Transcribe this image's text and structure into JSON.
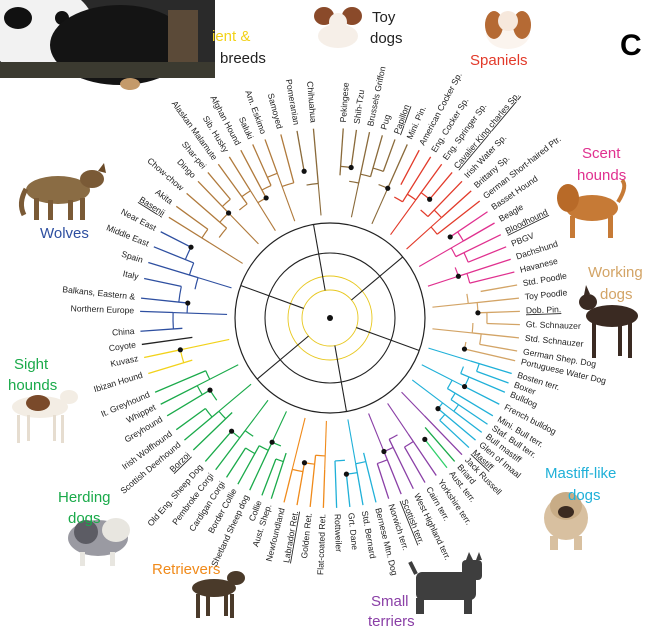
{
  "panel_label": "C",
  "colors": {
    "wolves": "#2e4fa0",
    "ancient": "#b07a3c",
    "ancient_yellow": "#f2d21a",
    "toy": "#8a6a3a",
    "spaniels": "#e23a2a",
    "scent": "#e0308f",
    "working": "#d3a466",
    "mastiff": "#1fb0d8",
    "small_terriers": "#8a3fa6",
    "retrievers": "#f08a1a",
    "herding": "#1aaa4a",
    "sight": "#1aaa4a",
    "green_bright": "#2fd06a",
    "dark": "#222222"
  },
  "groups": {
    "ancient": {
      "line1": "ient &",
      "line2": "breeds"
    },
    "toy": {
      "line1": "Toy",
      "line2": "dogs"
    },
    "spaniels": {
      "line1": "Spaniels"
    },
    "scent": {
      "line1": "Scent",
      "line2": "hounds"
    },
    "working": {
      "line1": "Working",
      "line2": "dogs"
    },
    "mastiff": {
      "line1": "Mastiff-like",
      "line2": "dogs"
    },
    "small_terriers": {
      "line1": "Small",
      "line2": "terriers"
    },
    "retrievers": {
      "line1": "Retrievers"
    },
    "herding": {
      "line1": "Herding",
      "line2": "dogs"
    },
    "sight": {
      "line1": "Sight",
      "line2": "hounds"
    },
    "wolves": {
      "line1": "Wolves"
    }
  },
  "breeds": [
    {
      "name": "Chihuahua",
      "angle": -95,
      "color": "toy"
    },
    {
      "name": "Pomeranian",
      "angle": -100,
      "color": "toy"
    },
    {
      "name": "Samoyed",
      "angle": -105,
      "color": "ancient"
    },
    {
      "name": "Am. Eskimo",
      "angle": -110,
      "color": "ancient"
    },
    {
      "name": "Saluki",
      "angle": -114,
      "color": "ancient"
    },
    {
      "name": "Afghan Hound",
      "angle": -118,
      "color": "ancient"
    },
    {
      "name": "Sib. Husky",
      "angle": -122,
      "color": "ancient"
    },
    {
      "name": "Alaskan Malamute",
      "angle": -126,
      "color": "ancient"
    },
    {
      "name": "Shar-pei",
      "angle": -130,
      "color": "ancient"
    },
    {
      "name": "Dingo",
      "angle": -134,
      "color": "ancient"
    },
    {
      "name": "Chow-chow",
      "angle": -139,
      "color": "ancient"
    },
    {
      "name": "Akita",
      "angle": -144,
      "color": "ancient"
    },
    {
      "name": "Basenji",
      "angle": -148,
      "color": "ancient",
      "underline": true
    },
    {
      "name": "Near East",
      "angle": -153,
      "color": "wolves"
    },
    {
      "name": "Middle East",
      "angle": -158,
      "color": "wolves"
    },
    {
      "name": "Spain",
      "angle": -163,
      "color": "wolves"
    },
    {
      "name": "Italy",
      "angle": -168,
      "color": "wolves"
    },
    {
      "name": "Balkans, Eastern &",
      "angle": -174,
      "color": "wolves"
    },
    {
      "name": "Northern Europe",
      "angle": -178,
      "color": "wolves"
    },
    {
      "name": "China",
      "angle": 176,
      "color": "wolves"
    },
    {
      "name": "Coyote",
      "angle": 172,
      "color": "dark"
    },
    {
      "name": "Kuvasz",
      "angle": 168,
      "color": "ancient_yellow"
    },
    {
      "name": "Ibizan Hound",
      "angle": 163,
      "color": "ancient_yellow"
    },
    {
      "name": "It. Greyhound",
      "angle": 157,
      "color": "sight"
    },
    {
      "name": "Whippet",
      "angle": 153,
      "color": "sight"
    },
    {
      "name": "Greyhound",
      "angle": 149,
      "color": "sight"
    },
    {
      "name": "Irish Wolfhound",
      "angle": 144,
      "color": "sight"
    },
    {
      "name": "Scottish Deerhound",
      "angle": 140,
      "color": "sight"
    },
    {
      "name": "Borzoi",
      "angle": 136,
      "color": "sight",
      "underline": true
    },
    {
      "name": "Old Eng. Sheep Dog",
      "angle": 131,
      "color": "herding"
    },
    {
      "name": "Pembroke Corgi",
      "angle": 127,
      "color": "herding"
    },
    {
      "name": "Cardigan Corgi",
      "angle": 123,
      "color": "herding"
    },
    {
      "name": "Border Collie",
      "angle": 119,
      "color": "herding"
    },
    {
      "name": "Shetland Sheep dog",
      "angle": 115,
      "color": "herding"
    },
    {
      "name": "Collie",
      "angle": 111,
      "color": "herding"
    },
    {
      "name": "Aust. Shep.",
      "angle": 108,
      "color": "herding"
    },
    {
      "name": "Newfoundland",
      "angle": 104,
      "color": "retrievers"
    },
    {
      "name": "Labrador Ret.",
      "angle": 100,
      "color": "retrievers",
      "underline": true
    },
    {
      "name": "Golden Ret.",
      "angle": 96,
      "color": "retrievers"
    },
    {
      "name": "Flat-coated Ret.",
      "angle": 92,
      "color": "retrievers"
    },
    {
      "name": "Rottweiler",
      "angle": 88,
      "color": "mastiff"
    },
    {
      "name": "Grt. Dane",
      "angle": 84,
      "color": "mastiff"
    },
    {
      "name": "Std. Bernard",
      "angle": 80,
      "color": "mastiff"
    },
    {
      "name": "Bernese Mtn. Dog",
      "angle": 76,
      "color": "mastiff"
    },
    {
      "name": "Norwich terr.",
      "angle": 72,
      "color": "small_terriers"
    },
    {
      "name": "Scottish terr.",
      "angle": 68,
      "color": "small_terriers",
      "underline": true
    },
    {
      "name": "West Highland terr.",
      "angle": 64,
      "color": "small_terriers"
    },
    {
      "name": "Cairn terr.",
      "angle": 60,
      "color": "small_terriers"
    },
    {
      "name": "Yorkshire terr.",
      "angle": 56,
      "color": "small_terriers"
    },
    {
      "name": "Aust. terr.",
      "angle": 52,
      "color": "green_bright"
    },
    {
      "name": "Briard",
      "angle": 49,
      "color": "herding"
    },
    {
      "name": "Jack Russell",
      "angle": 46,
      "color": "small_terriers"
    },
    {
      "name": "Mastiff",
      "angle": 43,
      "color": "mastiff",
      "underline": true
    },
    {
      "name": "Glen of Imaal",
      "angle": 40,
      "color": "mastiff"
    },
    {
      "name": "Bull mastiff",
      "angle": 37,
      "color": "mastiff"
    },
    {
      "name": "Staf. Bull terr.",
      "angle": 34,
      "color": "mastiff"
    },
    {
      "name": "Mini. Bull terr.",
      "angle": 31,
      "color": "mastiff"
    },
    {
      "name": "French bulldog",
      "angle": 27,
      "color": "mastiff"
    },
    {
      "name": "Bulldog",
      "angle": 23,
      "color": "mastiff"
    },
    {
      "name": "Boxer",
      "angle": 20,
      "color": "mastiff"
    },
    {
      "name": "Bosten terr.",
      "angle": 17,
      "color": "mastiff"
    },
    {
      "name": "Portuguese Water Dog",
      "angle": 13,
      "color": "working"
    },
    {
      "name": "German Shep. Dog",
      "angle": 10,
      "color": "working"
    },
    {
      "name": "Std. Schnauzer",
      "angle": 6,
      "color": "working"
    },
    {
      "name": "Gt. Schnauzer",
      "angle": 2,
      "color": "working"
    },
    {
      "name": "Dob. Pin.",
      "angle": -2,
      "color": "working",
      "underline": true
    },
    {
      "name": "Toy Poodle",
      "angle": -6,
      "color": "working"
    },
    {
      "name": "Std. Poodle",
      "angle": -10,
      "color": "working"
    },
    {
      "name": "Havanese",
      "angle": -14,
      "color": "scent"
    },
    {
      "name": "Dachshund",
      "angle": -18,
      "color": "scent"
    },
    {
      "name": "PBGV",
      "angle": -22,
      "color": "scent"
    },
    {
      "name": "Bloodhound",
      "angle": -26,
      "color": "scent",
      "underline": true
    },
    {
      "name": "Beagle",
      "angle": -30,
      "color": "scent"
    },
    {
      "name": "Basset Hound",
      "angle": -34,
      "color": "scent"
    },
    {
      "name": "German Short-haired Ptr.",
      "angle": -38,
      "color": "spaniels"
    },
    {
      "name": "Brittany Sp.",
      "angle": -42,
      "color": "spaniels"
    },
    {
      "name": "Irish Water Sp.",
      "angle": -46,
      "color": "spaniels"
    },
    {
      "name": "Cavalier King charles Sp.",
      "angle": -50,
      "color": "spaniels",
      "underline": true
    },
    {
      "name": "Eng. Springer Sp.",
      "angle": -54,
      "color": "spaniels"
    },
    {
      "name": "Eng. Cocker Sp.",
      "angle": -58,
      "color": "spaniels"
    },
    {
      "name": "American Cocker Sp.",
      "angle": -62,
      "color": "spaniels"
    },
    {
      "name": "Mini. Pin.",
      "angle": -66,
      "color": "toy"
    },
    {
      "name": "Papillon",
      "angle": -70,
      "color": "toy",
      "underline": true
    },
    {
      "name": "Pug",
      "angle": -74,
      "color": "toy"
    },
    {
      "name": "Brussels Griffon",
      "angle": -78,
      "color": "toy"
    },
    {
      "name": "Shih-Tzu",
      "angle": -82,
      "color": "toy"
    },
    {
      "name": "Pekingese",
      "angle": -86,
      "color": "toy"
    }
  ]
}
